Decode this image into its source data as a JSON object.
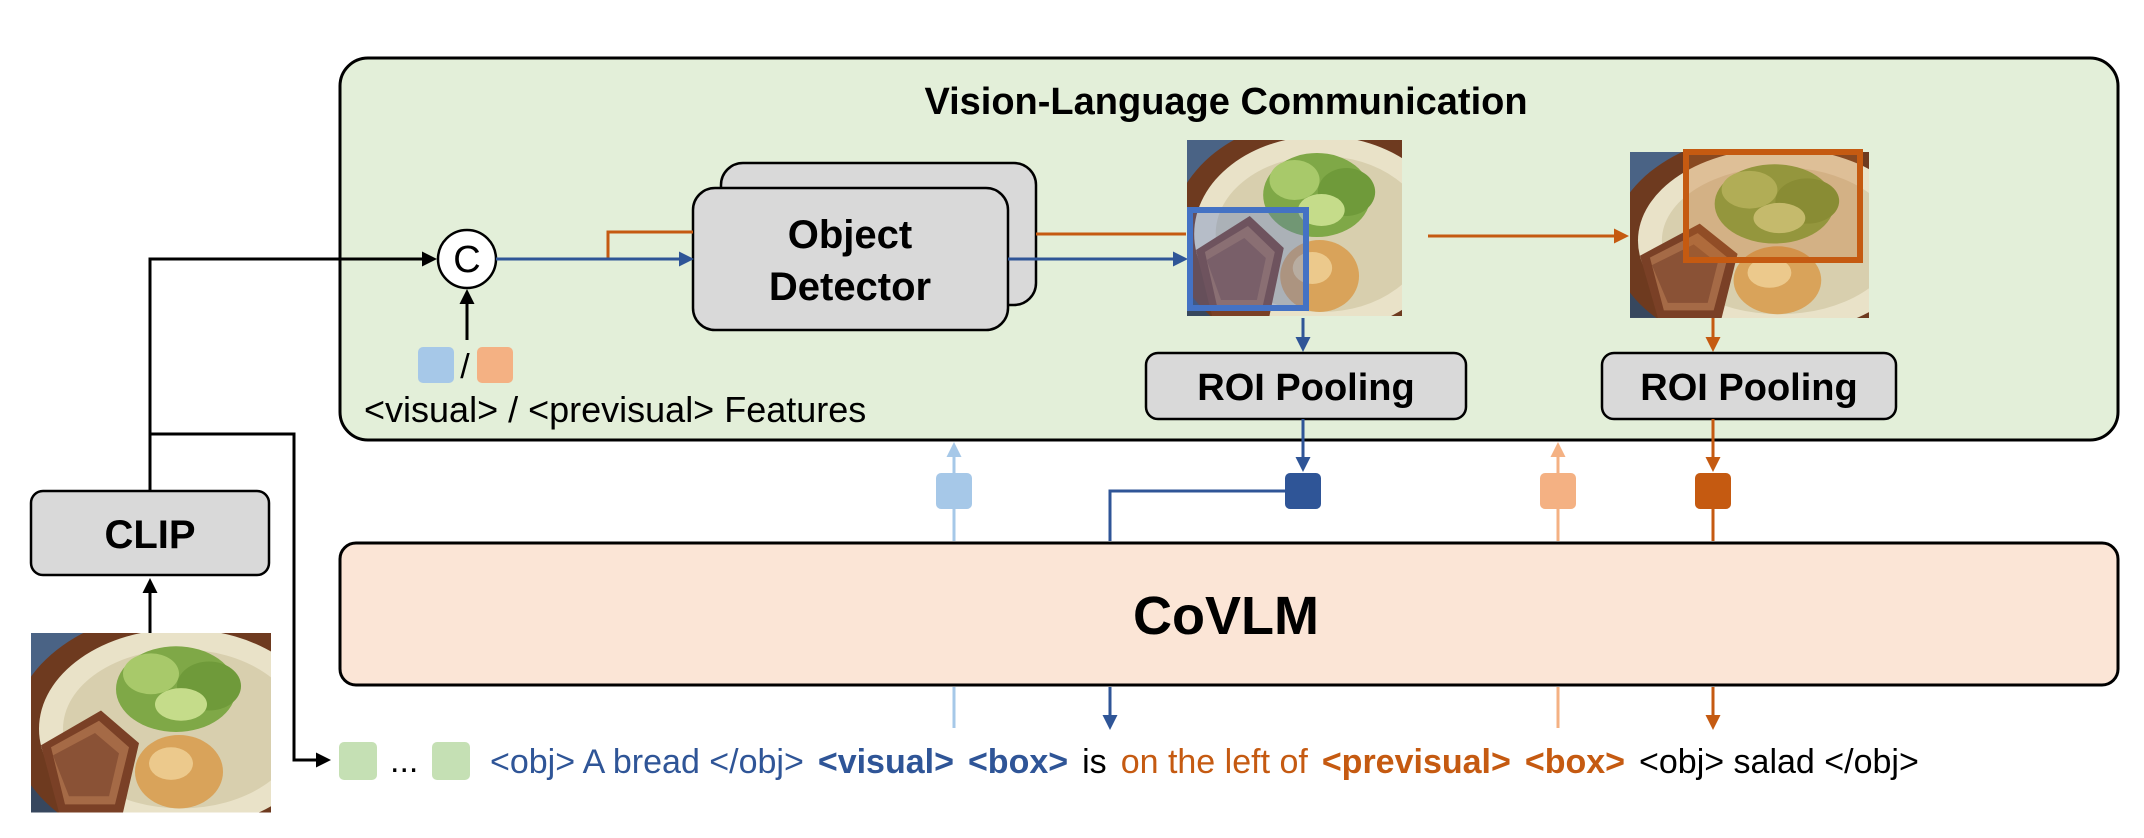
{
  "panel": {
    "title": "Vision-Language Communication"
  },
  "concat_symbol": "C",
  "features_slash": "/",
  "features_label": "<visual> / <previsual> Features",
  "detector_line1": "Object",
  "detector_line2": "Detector",
  "roi_left": "ROI Pooling",
  "roi_right": "ROI Pooling",
  "clip_label": "CLIP",
  "covlm_label": "CoVLM",
  "sequence": {
    "ellipsis": "...",
    "obj1": "<obj> A bread </obj>",
    "visual": "<visual>",
    "box1": "<box>",
    "is": "is",
    "relation": "on the left of",
    "previsual": "<previsual>",
    "box2": "<box>",
    "obj2": "<obj> salad </obj>"
  },
  "colors": {
    "panel_fill": "#e3efd9",
    "covlm_fill": "#fbe5d6",
    "box_fill": "#d9d9d9",
    "blue": "#2f5597",
    "light_blue": "#a6c8e8",
    "orange": "#c55a11",
    "light_orange": "#f4b183",
    "green_token": "#c5e0b4"
  }
}
